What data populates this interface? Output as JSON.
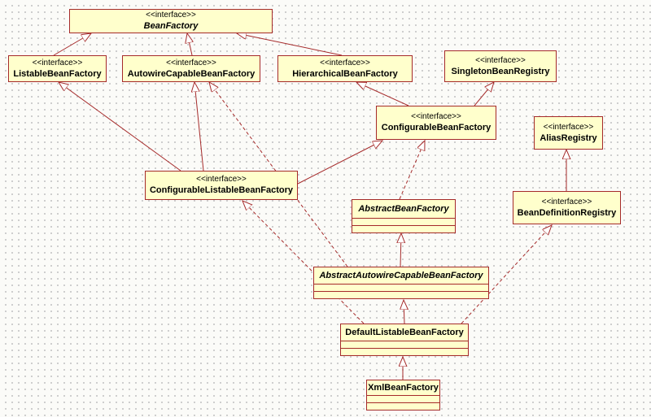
{
  "colors": {
    "box_fill": "#FFFFCC",
    "box_border": "#A52A2A",
    "edge_line": "#A52A2A",
    "text": "#000000",
    "canvas_background": "#FBFBF8",
    "grid_dot": "#C6C6C6"
  },
  "nodes": {
    "beanFactory": {
      "stereotype": "<<interface>>",
      "name": "BeanFactory",
      "kind": "interface",
      "abstract": true
    },
    "listableBeanFactory": {
      "stereotype": "<<interface>>",
      "name": "ListableBeanFactory",
      "kind": "interface"
    },
    "autowireCapableBeanFactory": {
      "stereotype": "<<interface>>",
      "name": "AutowireCapableBeanFactory",
      "kind": "interface"
    },
    "hierarchicalBeanFactory": {
      "stereotype": "<<interface>>",
      "name": "HierarchicalBeanFactory",
      "kind": "interface"
    },
    "singletonBeanRegistry": {
      "stereotype": "<<interface>>",
      "name": "SingletonBeanRegistry",
      "kind": "interface"
    },
    "configurableBeanFactory": {
      "stereotype": "<<interface>>",
      "name": "ConfigurableBeanFactory",
      "kind": "interface"
    },
    "aliasRegistry": {
      "stereotype": "<<interface>>",
      "name": "AliasRegistry",
      "kind": "interface"
    },
    "configurableListableBeanFactory": {
      "stereotype": "<<interface>>",
      "name": "ConfigurableListableBeanFactory",
      "kind": "interface"
    },
    "abstractBeanFactory": {
      "name": "AbstractBeanFactory",
      "kind": "class",
      "abstract": true
    },
    "beanDefinitionRegistry": {
      "stereotype": "<<interface>>",
      "name": "BeanDefinitionRegistry",
      "kind": "interface"
    },
    "abstractAutowireCapableBeanFactory": {
      "name": "AbstractAutowireCapableBeanFactory",
      "kind": "class",
      "abstract": true
    },
    "defaultListableBeanFactory": {
      "name": "DefaultListableBeanFactory",
      "kind": "class"
    },
    "xmlBeanFactory": {
      "name": "XmlBeanFactory",
      "kind": "class"
    }
  },
  "edges": [
    {
      "from": "ListableBeanFactory",
      "to": "BeanFactory",
      "relation": "extends",
      "line": "solid"
    },
    {
      "from": "AutowireCapableBeanFactory",
      "to": "BeanFactory",
      "relation": "extends",
      "line": "solid"
    },
    {
      "from": "HierarchicalBeanFactory",
      "to": "BeanFactory",
      "relation": "extends",
      "line": "solid"
    },
    {
      "from": "ConfigurableBeanFactory",
      "to": "HierarchicalBeanFactory",
      "relation": "extends",
      "line": "solid"
    },
    {
      "from": "ConfigurableBeanFactory",
      "to": "SingletonBeanRegistry",
      "relation": "extends",
      "line": "solid"
    },
    {
      "from": "ConfigurableListableBeanFactory",
      "to": "ListableBeanFactory",
      "relation": "extends",
      "line": "solid"
    },
    {
      "from": "ConfigurableListableBeanFactory",
      "to": "AutowireCapableBeanFactory",
      "relation": "extends",
      "line": "solid"
    },
    {
      "from": "ConfigurableListableBeanFactory",
      "to": "ConfigurableBeanFactory",
      "relation": "extends",
      "line": "solid"
    },
    {
      "from": "AbstractBeanFactory",
      "to": "ConfigurableBeanFactory",
      "relation": "implements",
      "line": "dashed"
    },
    {
      "from": "BeanDefinitionRegistry",
      "to": "AliasRegistry",
      "relation": "extends",
      "line": "solid"
    },
    {
      "from": "AbstractAutowireCapableBeanFactory",
      "to": "AbstractBeanFactory",
      "relation": "extends",
      "line": "solid"
    },
    {
      "from": "AbstractAutowireCapableBeanFactory",
      "to": "AutowireCapableBeanFactory",
      "relation": "implements",
      "line": "dashed"
    },
    {
      "from": "DefaultListableBeanFactory",
      "to": "AbstractAutowireCapableBeanFactory",
      "relation": "extends",
      "line": "solid"
    },
    {
      "from": "DefaultListableBeanFactory",
      "to": "ConfigurableListableBeanFactory",
      "relation": "implements",
      "line": "dashed"
    },
    {
      "from": "DefaultListableBeanFactory",
      "to": "BeanDefinitionRegistry",
      "relation": "implements",
      "line": "dashed"
    },
    {
      "from": "XmlBeanFactory",
      "to": "DefaultListableBeanFactory",
      "relation": "extends",
      "line": "solid"
    }
  ]
}
